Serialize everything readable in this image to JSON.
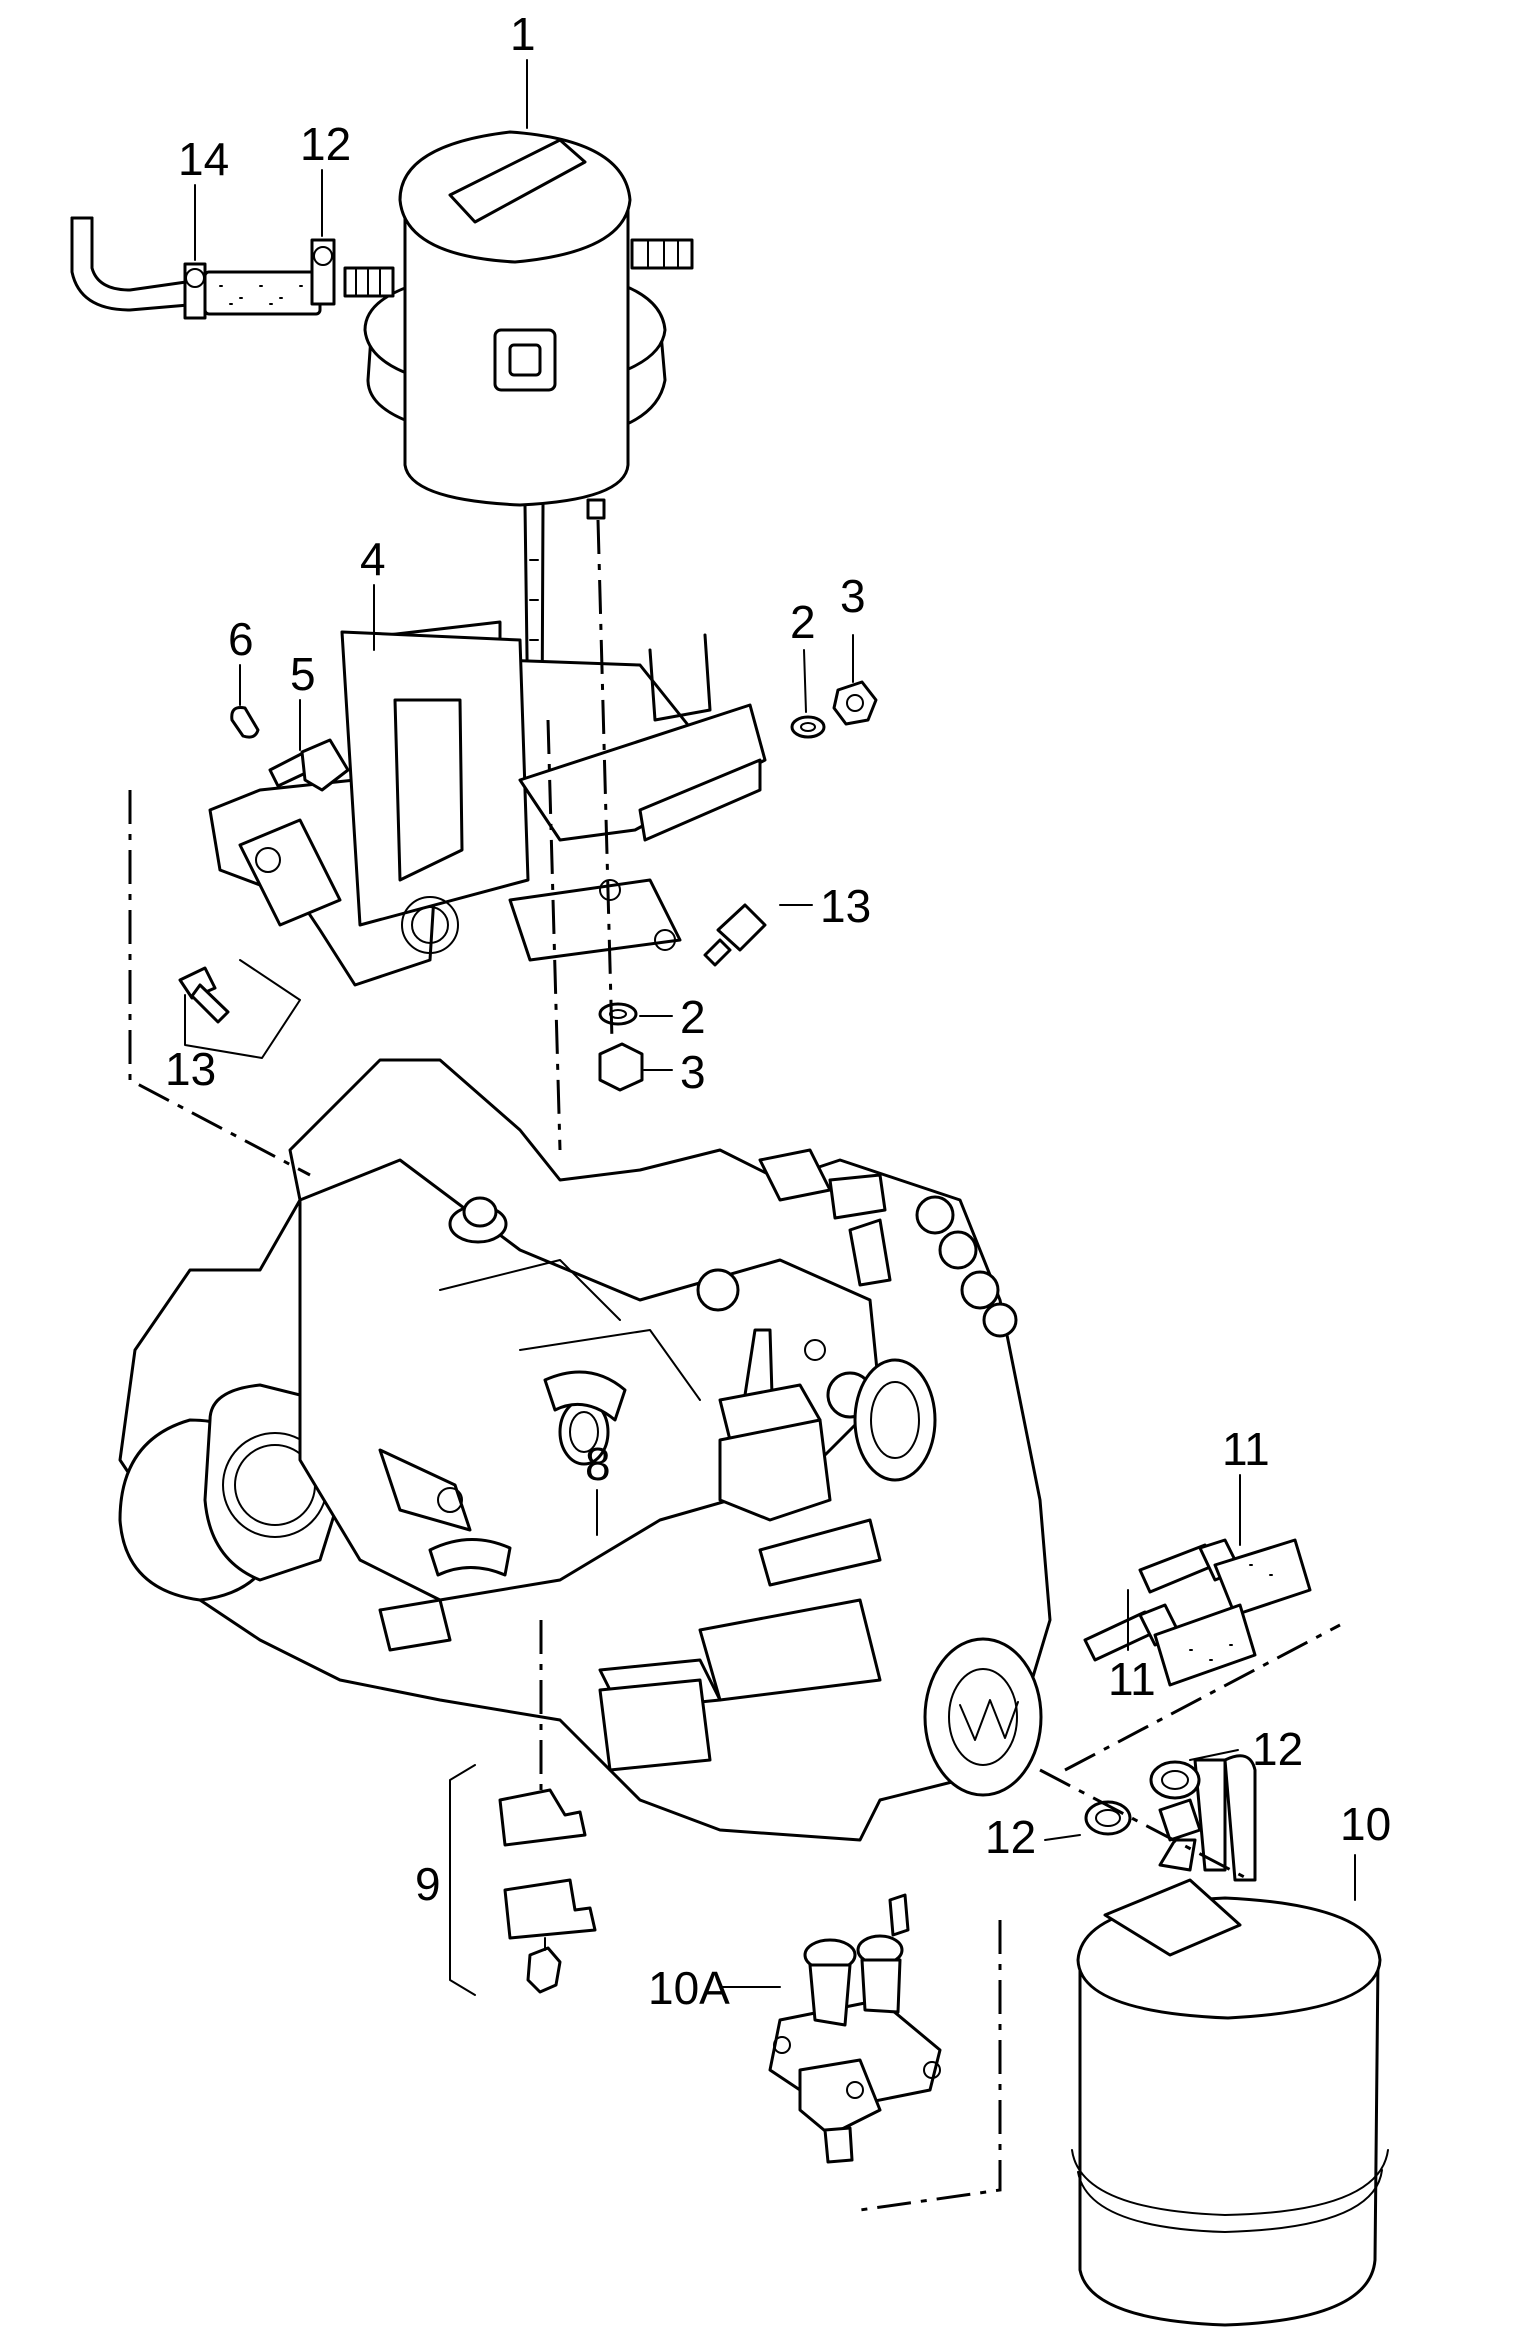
{
  "callouts": {
    "c1": "1",
    "c2a": "2",
    "c2b": "2",
    "c3a": "3",
    "c3b": "3",
    "c4": "4",
    "c5": "5",
    "c6": "6",
    "c8": "8",
    "c9": "9",
    "c10": "10",
    "c10a": "10A",
    "c11a": "11",
    "c11b": "11",
    "c12a": "12",
    "c12b": "12",
    "c12c": "12",
    "c13a": "13",
    "c13b": "13",
    "c14": "14"
  }
}
